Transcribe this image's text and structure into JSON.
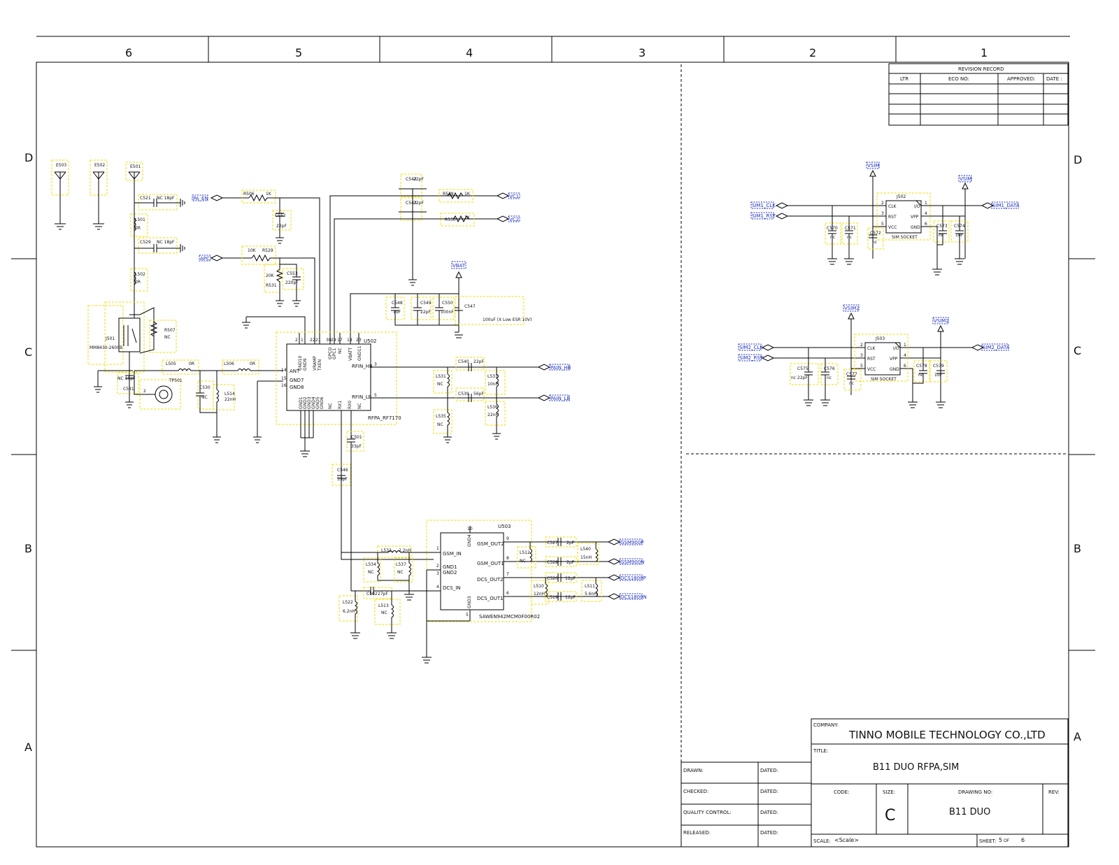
{
  "zones": {
    "columns": [
      "6",
      "5",
      "4",
      "3",
      "2",
      "1"
    ],
    "rows_left": [
      "D",
      "C",
      "B",
      "A"
    ],
    "rows_right": [
      "D",
      "C",
      "B",
      "A"
    ]
  },
  "revision": {
    "title": "REVISION RECORD",
    "ltr": "LTR",
    "eco": "ECO NO:",
    "approved": "APPROVED:",
    "date": "DATE :"
  },
  "title_block": {
    "company_label": "COMPANY:",
    "company": "TINNO MOBILE TECHNOLOGY CO.,LTD",
    "title_label": "TITLE:",
    "title": "B11 DUO   RFPA,SIM",
    "code_label": "CODE:",
    "size_label": "SIZE:",
    "size": "C",
    "drawing_label": "DRAWING NO:",
    "drawing": "B11 DUO",
    "rev_label": "REV:",
    "scale_label": "SCALE:",
    "scale": "<Scale>",
    "sheet_label": "SHEET:",
    "sheet": "5",
    "of": "OF",
    "sheets": "6",
    "drawn": "DRAWN:",
    "checked": "CHECKED:",
    "qc": "QUALITY CONTROL:",
    "released": "RELEASED:",
    "dated": "DATED:"
  },
  "antennas": {
    "e503": "E503",
    "e502": "E502",
    "e501": "E501"
  },
  "parts": {
    "c521": "C521",
    "c521v": "NC 18pF",
    "l501": "L501",
    "l501v": "0R",
    "c529": "C529",
    "c529v": "NC 18pF",
    "l502": "L502",
    "l502v": "0R",
    "j501": "J501",
    "j501p": "MM8430-2600B",
    "r507": "R507",
    "r507v": "NC",
    "c531": "C531",
    "c531v": "NC 18pF",
    "tp501": "TP501",
    "tp2": "2",
    "l505": "L505",
    "l505v": "0R",
    "l506": "L506",
    "l506v": "0R",
    "c530": "C530",
    "c530v": "NC",
    "l514": "L514",
    "l514v": "22nH",
    "r506": "R506",
    "r506v": "1K",
    "c552": "C552",
    "c552v": "22pF",
    "r529": "R529",
    "r529v": "10K",
    "r531": "R531",
    "r531v": "20K",
    "c553": "C553",
    "c553v": "220pF",
    "c542": "C542",
    "c542v": "22pF",
    "c543": "C543",
    "c543v": "22pF",
    "r528": "R528",
    "r528v": "1K",
    "r530": "R530",
    "r530v": "1K",
    "c548": "C548",
    "c548v": "1uF",
    "c549": "C549",
    "c549v": "22pF",
    "c550": "C550",
    "c550v": "100nF",
    "c547": "C547",
    "c547v": "100uF (X Low ESR 10V)",
    "u502": "U502",
    "u502p": "RFPA_RF7170",
    "c540": "C540",
    "c540v": "22pF",
    "l531": "L531",
    "l531v": "NC",
    "l533": "L533",
    "l533v": "10nH",
    "c539": "C539",
    "c539v": "56pF",
    "l535": "L535",
    "l535v": "NC",
    "l536": "L536",
    "l536v": "22nH",
    "c501": "C501",
    "c501v": "33pF",
    "c546": "C546",
    "c546v": "33pF",
    "u503": "U503",
    "u503p": "SAWEN942MCM0F00R02",
    "l532": "L532",
    "l532v": "2.2nH",
    "l534": "L534",
    "l534v": "NC",
    "l537": "L537",
    "l537v": "NC",
    "c502": "C502",
    "c502v": "27pF",
    "l522": "L522",
    "l522v": "6.2nH",
    "l513": "L513",
    "l513v": "NC",
    "c527": "C527",
    "c527v": "2pF",
    "c528": "C528",
    "c528v": "2pF",
    "l512": "L512",
    "l512v": "NC",
    "l540": "L540",
    "l540v": "15nH",
    "c520": "C520",
    "c520v": "12pF",
    "c519": "C519",
    "c519v": "12pF",
    "l510": "L510",
    "l510v": "12nH",
    "l511": "L511",
    "l511v": "5.6nH",
    "j502": "J502",
    "j502p": "SIM SOCKET",
    "c570": "C570",
    "c570v": "nc",
    "c571": "C571",
    "c571v": "nc",
    "c572": "C572",
    "c572v": "nc",
    "c573": "C573",
    "c573v": "nc",
    "c574": "C574",
    "c574v": "1uF",
    "j503": "J503",
    "j503p": "SIM SOCKET",
    "c575": "C575",
    "c575v": "nc 22pF",
    "c576": "C576",
    "c576v": "nc",
    "c577": "C577",
    "c577v": "nc",
    "c578": "C578",
    "c578v": "nc",
    "c579": "C579",
    "c579v": "1uF"
  },
  "pins": {
    "u502_top": [
      "GND10",
      "GND9",
      "VRAMP",
      "TXEN",
      "GPCO",
      "GPC1",
      "NC",
      "VBATT",
      "GND11"
    ],
    "u502_top_num": [
      "2",
      "1",
      "22",
      "21",
      "30",
      "29",
      "17",
      "18",
      "23"
    ],
    "u502_bot": [
      "GND1",
      "GND2",
      "GND3",
      "GND4",
      "GND5",
      "GND6",
      "NC",
      "RX1",
      "RX0",
      "NC"
    ],
    "ant": "ANT",
    "gnd7": "GND7",
    "gnd8": "GND8",
    "rfin_hb": "RFIN_HB",
    "rfin_lb": "RFIN_LB",
    "gsm_in": "GSM_IN",
    "gnd1": "GND1",
    "gnd2": "GND2",
    "dcs_in": "DCS_IN",
    "gnd4": "GND4",
    "gnd3": "GND3",
    "gsm_out2": "GSM_OUT2",
    "gsm_out1": "GSM_OUT1",
    "dcs_out2": "DCS_OUT2",
    "dcs_out1": "DCS_OUT1",
    "clk": "CLK",
    "rst": "RST",
    "vcc": "VCC",
    "io": "I/O",
    "vpp": "VPP",
    "gnd": "GND"
  },
  "nets": {
    "pa_en": "PA_EN",
    "apc": "APC",
    "vc1": "VC1",
    "vc2": "VC2",
    "vbat": "VBAT",
    "pain_hb": "PAIN_HB",
    "pain_lb": "PAIN_LB",
    "gsm900p": "GSM900P",
    "gsm900n": "GSM900N",
    "dcs1800p": "DCS1800P",
    "dcs1800n": "DCS1800N",
    "vsim": "VSIM",
    "vsim2": "VSIM2",
    "sim1_clk": "SIM1_CLK",
    "sim1_rst": "SIM1_RST",
    "sim1_data": "SIM1_DATA",
    "sim2_clk": "SIM2_CLK",
    "sim2_rst": "SIM2_RST",
    "sim2_data": "SIM2_DATA"
  }
}
